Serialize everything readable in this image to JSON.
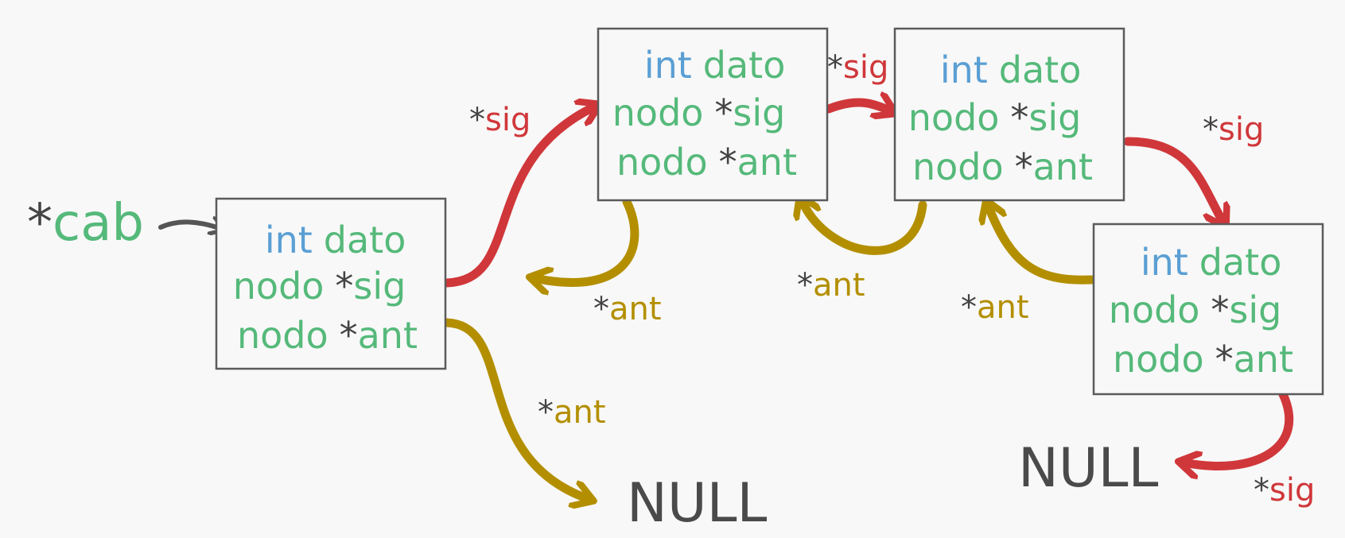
{
  "head": {
    "star": "*",
    "name": "cab"
  },
  "node_fields": {
    "int_kw": "int",
    "dato": "dato",
    "nodo_kw": "nodo",
    "star": "*",
    "sig": "sig",
    "ant": "ant"
  },
  "pointer_labels": {
    "star": "*",
    "sig": "sig",
    "ant": "ant"
  },
  "null_label": "NULL",
  "colors": {
    "type": "#5a9fd4",
    "name": "#55b97a",
    "sig_arrow": "#d0373a",
    "ant_arrow": "#b38f00",
    "neutral": "#555555",
    "background": "#f8f8f8"
  }
}
